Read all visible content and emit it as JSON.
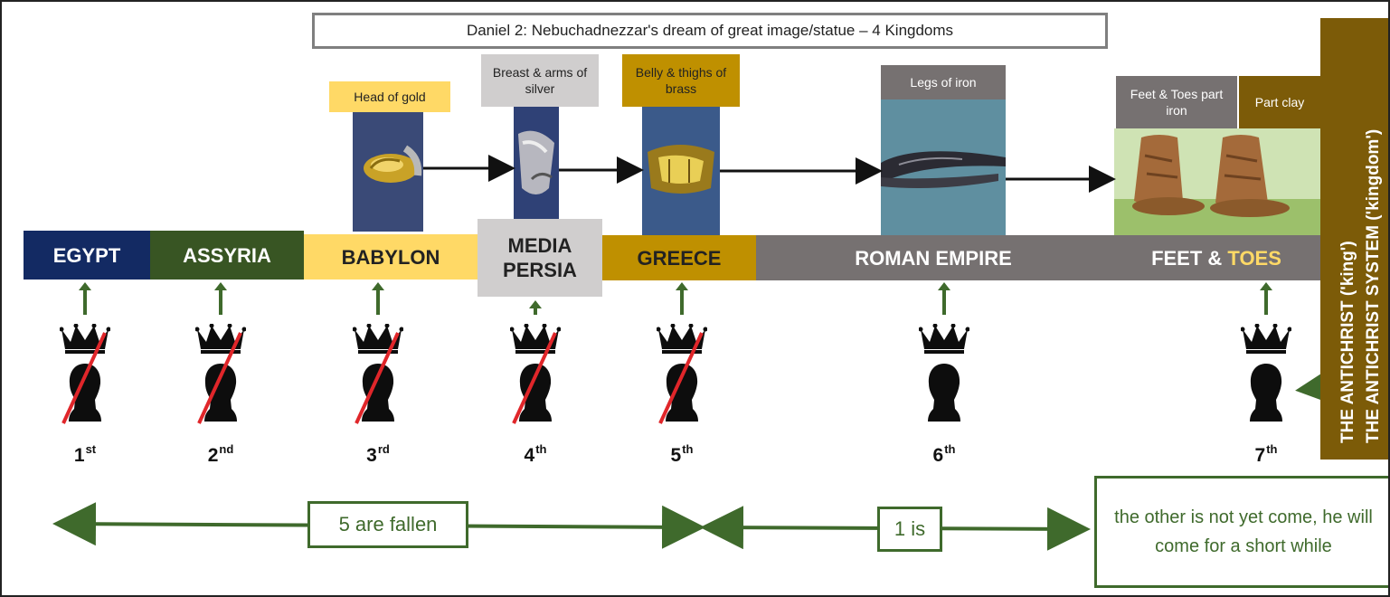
{
  "title": "Daniel 2: Nebuchadnezzar's dream of great image/statue – 4 Kingdoms",
  "statue_parts": [
    {
      "id": "gold",
      "label": "Head of gold"
    },
    {
      "id": "silver",
      "label": "Breast & arms of silver"
    },
    {
      "id": "brass",
      "label": "Belly & thighs of brass"
    },
    {
      "id": "iron",
      "label": "Legs of iron"
    },
    {
      "id": "feet_iron",
      "label": "Feet & Toes part iron"
    },
    {
      "id": "feet_clay",
      "label": "Part clay"
    }
  ],
  "kingdoms": [
    {
      "name": "EGYPT",
      "ordinal_num": "1",
      "ordinal_suffix": "st",
      "fallen": true
    },
    {
      "name": "ASSYRIA",
      "ordinal_num": "2",
      "ordinal_suffix": "nd",
      "fallen": true
    },
    {
      "name": "BABYLON",
      "ordinal_num": "3",
      "ordinal_suffix": "rd",
      "fallen": true
    },
    {
      "name": "MEDIA PERSIA",
      "name_line1": "MEDIA",
      "name_line2": "PERSIA",
      "ordinal_num": "4",
      "ordinal_suffix": "th",
      "fallen": true
    },
    {
      "name": "GREECE",
      "ordinal_num": "5",
      "ordinal_suffix": "th",
      "fallen": true
    },
    {
      "name": "ROMAN EMPIRE",
      "ordinal_num": "6",
      "ordinal_suffix": "th",
      "fallen": false
    },
    {
      "name": "FEET & TOES",
      "name_part1": "FEET & ",
      "name_part2": "TOES",
      "ordinal_num": "7",
      "ordinal_suffix": "th",
      "fallen": false
    }
  ],
  "timeline_labels": {
    "fallen": "5 are fallen",
    "is": "1 is",
    "to_come": "the other is not yet come, he will come for a short while"
  },
  "antichrist": {
    "line1": "THE ANTICHRIST  ('king')",
    "line2": "THE ANTICHRIST SYSTEM ('kingdom')"
  },
  "colors": {
    "egypt": "#132a63",
    "assyria": "#385523",
    "babylon": "#ffd966",
    "media_persia": "#d0cece",
    "greece": "#bf9000",
    "roman": "#767171",
    "feet": "#767171",
    "toes_accent": "#ffd966",
    "arrow_green": "#3f6a2c",
    "antichrist_bar": "#7c5b08",
    "cross_red": "#e0262a"
  },
  "icons": [
    "crown-icon",
    "head-silhouette-icon",
    "up-arrow-icon",
    "strike-line-icon",
    "right-arrow-icon",
    "double-arrow-icon"
  ]
}
